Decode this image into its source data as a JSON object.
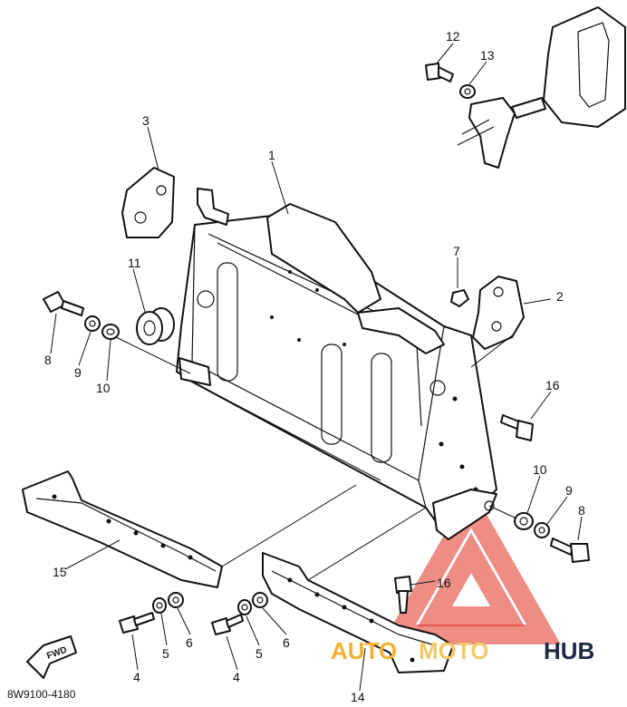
{
  "diagram": {
    "part_labels": {
      "p1": "1",
      "p2": "2",
      "p3": "3",
      "p4a": "4",
      "p4b": "4",
      "p5a": "5",
      "p5b": "5",
      "p6a": "6",
      "p6b": "6",
      "p7": "7",
      "p8a": "8",
      "p8b": "8",
      "p9a": "9",
      "p9b": "9",
      "p10a": "10",
      "p10b": "10",
      "p11": "11",
      "p12": "12",
      "p13": "13",
      "p14": "14",
      "p15": "15",
      "p16a": "16",
      "p16b": "16"
    },
    "fwd_marker": "FWD",
    "drawing_code": "8W9100-4180"
  },
  "watermark": {
    "text_auto": "AUTO",
    "text_moto": "MOTO",
    "text_hub": "HUB",
    "colors": {
      "logo": "#e0301e",
      "auto": "#f2b134",
      "moto": "#f2c96a",
      "hub": "#1d2a44"
    }
  }
}
